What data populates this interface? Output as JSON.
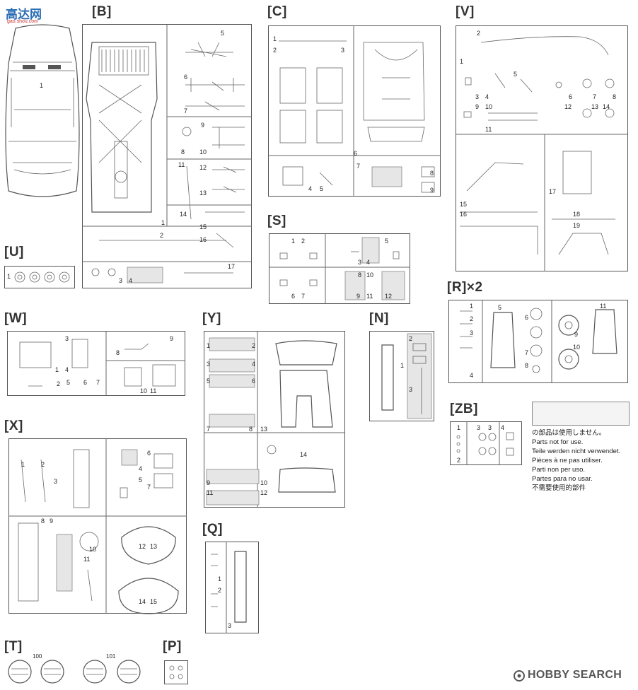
{
  "logo": {
    "text": "高达网",
    "sub": "gao.shou.com"
  },
  "watermark": {
    "text": "HOBBY SEARCH",
    "icon": "circle-logo-icon"
  },
  "sprues": {
    "B": {
      "label": "[B]",
      "parts": [
        "1",
        "2",
        "3",
        "4",
        "5",
        "6",
        "7",
        "8",
        "9",
        "10",
        "11",
        "12",
        "13",
        "14",
        "15",
        "16",
        "17"
      ]
    },
    "C": {
      "label": "[C]",
      "parts": [
        "1",
        "2",
        "3",
        "4",
        "5",
        "6",
        "7",
        "8",
        "9"
      ]
    },
    "V": {
      "label": "[V]",
      "parts": [
        "1",
        "2",
        "3",
        "4",
        "5",
        "6",
        "7",
        "8",
        "9",
        "10",
        "11",
        "12",
        "13",
        "14",
        "15",
        "16",
        "17",
        "18",
        "19"
      ]
    },
    "U": {
      "label": "[U]",
      "parts": [
        "1"
      ]
    },
    "S": {
      "label": "[S]",
      "parts": [
        "1",
        "2",
        "3",
        "4",
        "5",
        "6",
        "7",
        "8",
        "9",
        "10",
        "11",
        "12"
      ]
    },
    "W": {
      "label": "[W]",
      "parts": [
        "1",
        "2",
        "3",
        "4",
        "5",
        "6",
        "7",
        "8",
        "9",
        "10",
        "11"
      ]
    },
    "Y": {
      "label": "[Y]",
      "parts": [
        "1",
        "2",
        "3",
        "4",
        "5",
        "6",
        "7",
        "8",
        "9",
        "10",
        "11",
        "12",
        "13",
        "14"
      ]
    },
    "N": {
      "label": "[N]",
      "parts": [
        "1",
        "2",
        "3"
      ]
    },
    "R": {
      "label": "[R]×2",
      "parts": [
        "1",
        "2",
        "3",
        "4",
        "5",
        "6",
        "7",
        "8",
        "9",
        "10",
        "11"
      ]
    },
    "ZB": {
      "label": "[ZB]",
      "parts": [
        "1",
        "2",
        "3",
        "4"
      ]
    },
    "X": {
      "label": "[X]",
      "parts": [
        "1",
        "2",
        "3",
        "4",
        "5",
        "6",
        "7",
        "8",
        "9",
        "10",
        "11",
        "12",
        "13",
        "14",
        "15"
      ]
    },
    "Q": {
      "label": "[Q]",
      "parts": [
        "1",
        "2",
        "3"
      ]
    },
    "T": {
      "label": "[T]",
      "parts": [
        "100",
        "101"
      ]
    },
    "P": {
      "label": "[P]"
    }
  },
  "body_part": "1",
  "not_for_use": [
    "の部品は使用しません。",
    "Parts not for use.",
    "Teile werden nicht verwendet.",
    "Pièces à ne pas utiliser.",
    "Parti non per uso.",
    "Partes para no usar.",
    "不需要使用的部件"
  ]
}
